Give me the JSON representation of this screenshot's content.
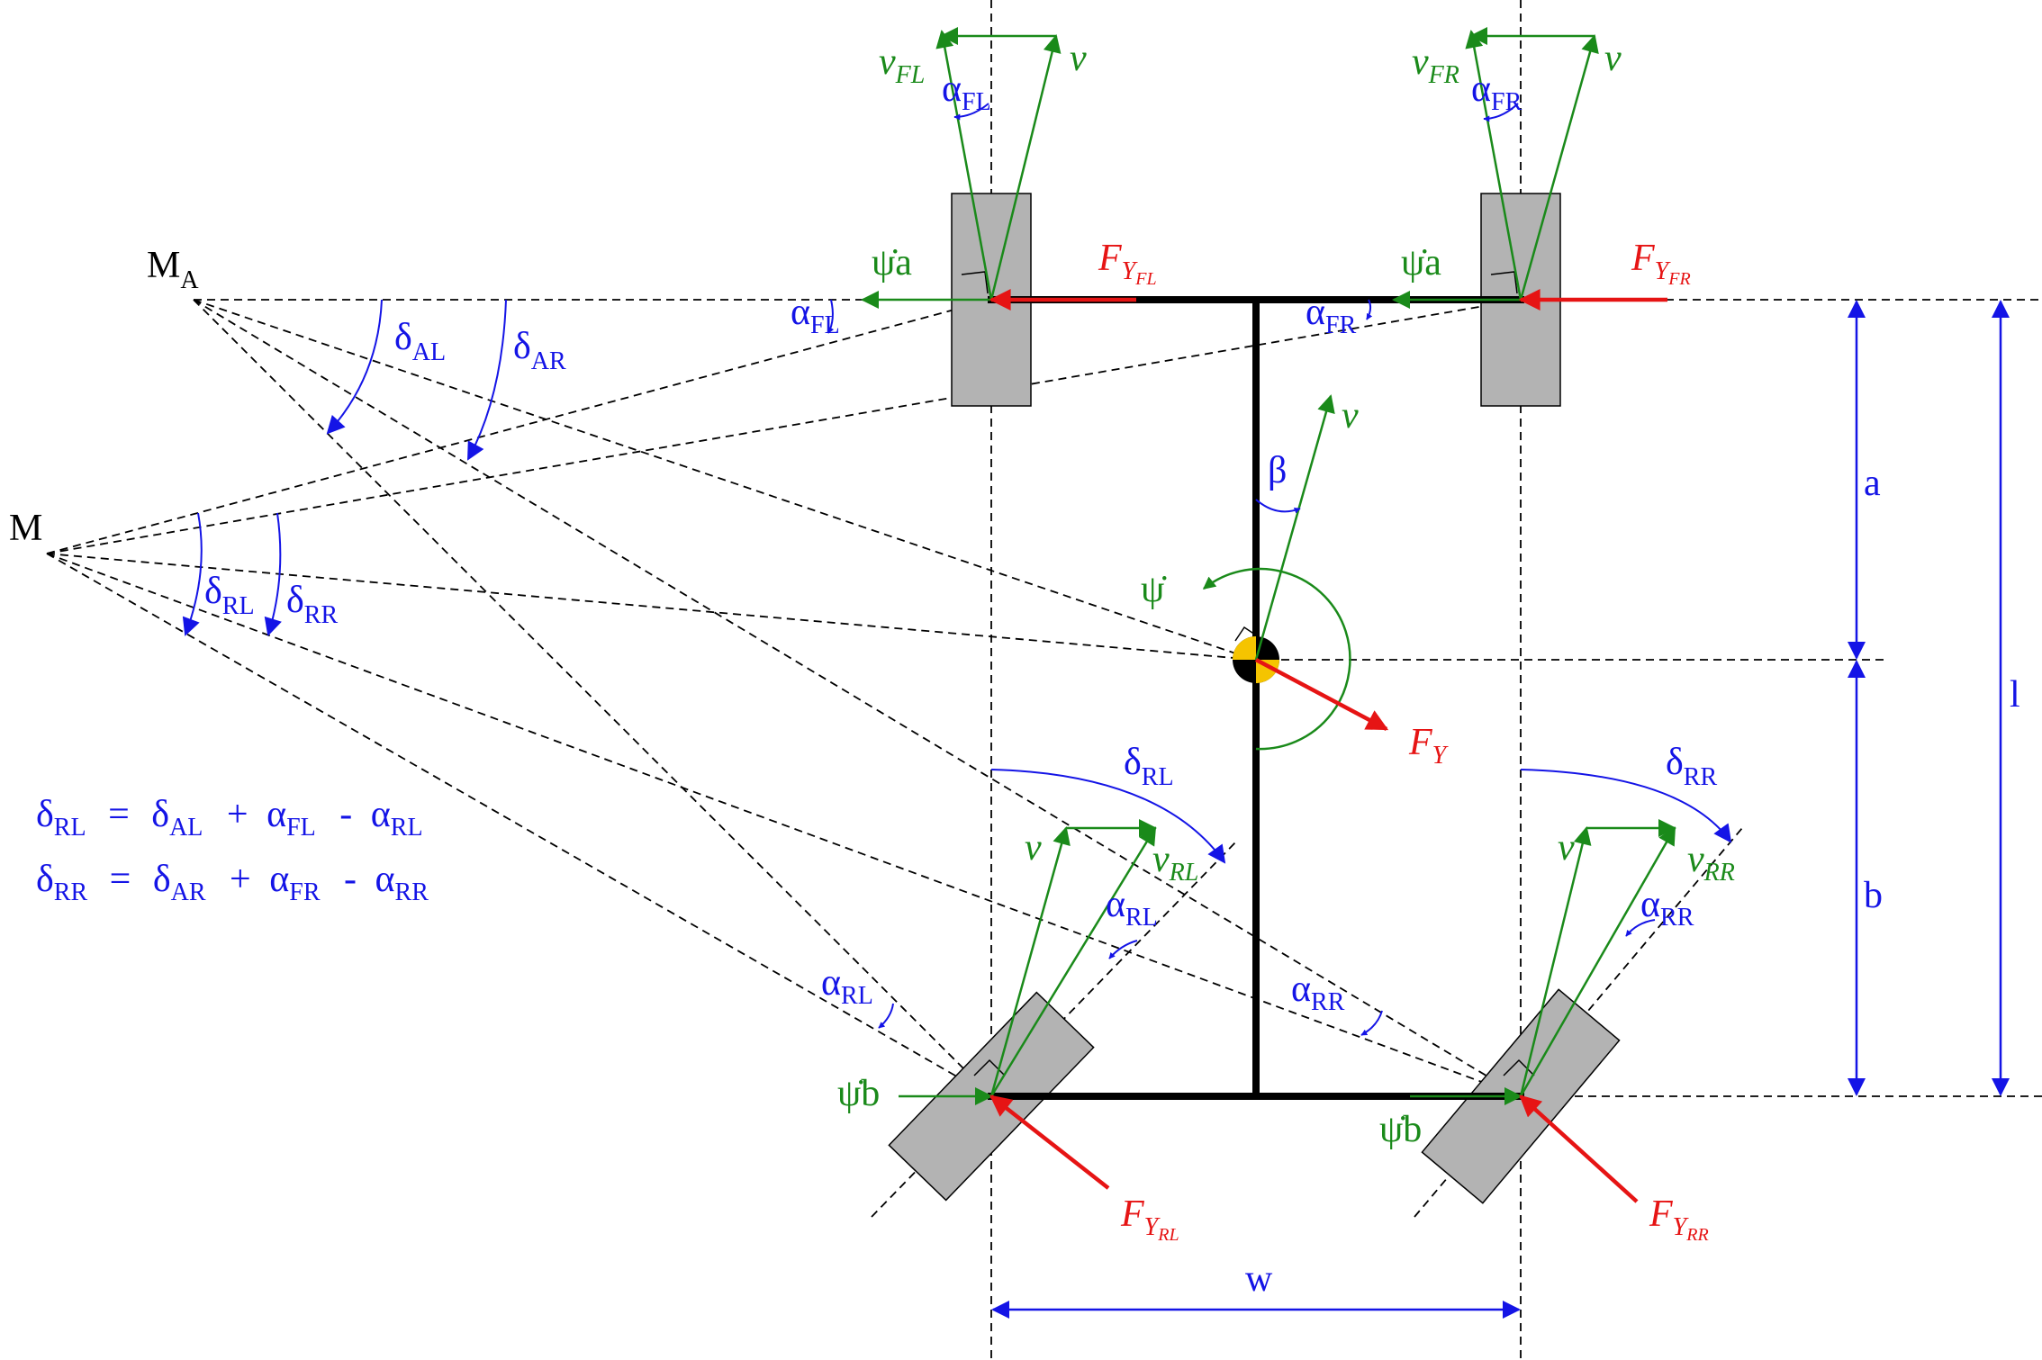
{
  "labels": {
    "M": "M",
    "M_A": "M",
    "M_A_sub": "A",
    "v": "v",
    "psi_dot": "ψ̇",
    "psi_dot_a": "ψ̇a",
    "psi_dot_b": "ψ̇b",
    "beta": "β",
    "a": "a",
    "b": "b",
    "l": "l",
    "w": "w",
    "F": "F",
    "F_sub_Y": "Y",
    "F_sub_FL": "FL",
    "F_sub_FR": "FR",
    "F_sub_RL": "RL",
    "F_sub_RR": "RR",
    "alpha": "α",
    "delta": "δ",
    "v_sub_FL": "FL",
    "v_sub_FR": "FR",
    "v_sub_RL": "RL",
    "v_sub_RR": "RR",
    "sub_FL": "FL",
    "sub_FR": "FR",
    "sub_RL": "RL",
    "sub_RR": "RR",
    "sub_AL": "AL",
    "sub_AR": "AR"
  },
  "equations": [
    {
      "lhs": "δ",
      "lhs_sub": "RL",
      "eq": "=",
      "t1": "δ",
      "t1_sub": "AL",
      "op1": "+",
      "t2": "α",
      "t2_sub": "FL",
      "op2": "-",
      "t3": "α",
      "t3_sub": "RL"
    },
    {
      "lhs": "δ",
      "lhs_sub": "RR",
      "eq": "=",
      "t1": "δ",
      "t1_sub": "AR",
      "op1": "+",
      "t2": "α",
      "t2_sub": "FR",
      "op2": "-",
      "t3": "α",
      "t3_sub": "RR"
    }
  ],
  "colors": {
    "blue": "#1414e6",
    "green": "#1a8a1a",
    "red": "#e61414",
    "wheel_fill": "#b3b3b3",
    "cog_yellow": "#f5c400"
  }
}
